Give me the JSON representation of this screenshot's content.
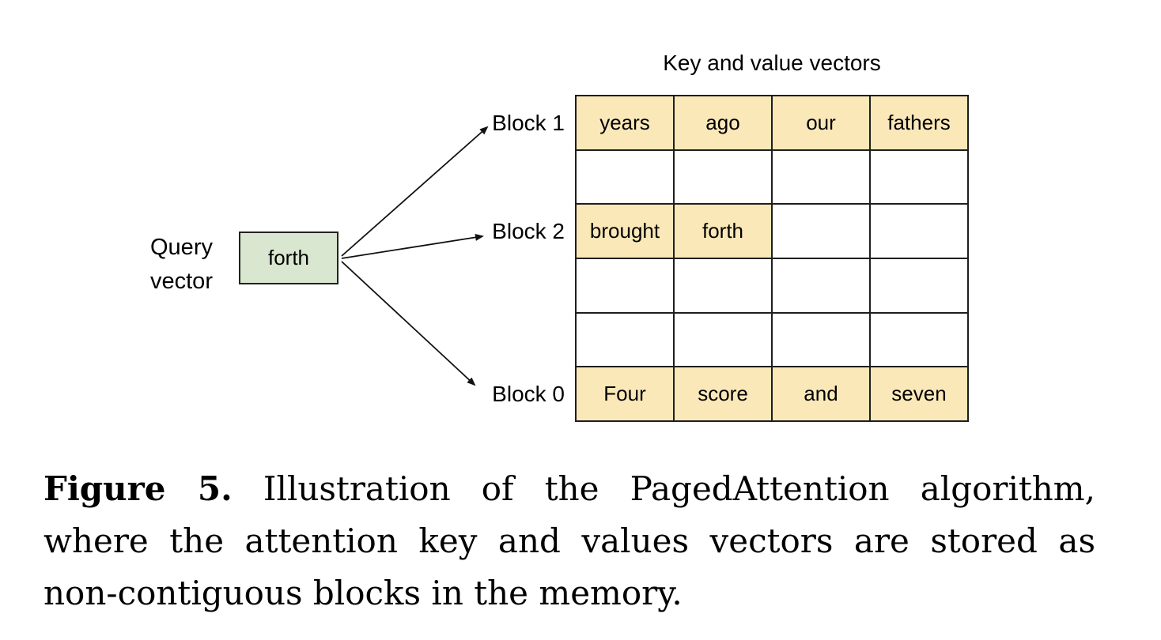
{
  "figure": {
    "title": "Key and value vectors",
    "query_vector": {
      "label_lines": [
        "Query",
        "vector"
      ],
      "value": "forth"
    },
    "kv_table": {
      "columns": 4,
      "rows": [
        {
          "block_label": "Block 1",
          "cells": [
            "years",
            "ago",
            "our",
            "fathers"
          ],
          "filled": [
            true,
            true,
            true,
            true
          ]
        },
        {
          "cells": [
            "",
            "",
            "",
            ""
          ],
          "filled": [
            false,
            false,
            false,
            false
          ]
        },
        {
          "block_label": "Block 2",
          "cells": [
            "brought",
            "forth",
            "",
            ""
          ],
          "filled": [
            true,
            true,
            false,
            false
          ]
        },
        {
          "cells": [
            "",
            "",
            "",
            ""
          ],
          "filled": [
            false,
            false,
            false,
            false
          ]
        },
        {
          "cells": [
            "",
            "",
            "",
            ""
          ],
          "filled": [
            false,
            false,
            false,
            false
          ]
        },
        {
          "block_label": "Block 0",
          "cells": [
            "Four",
            "score",
            "and",
            "seven"
          ],
          "filled": [
            true,
            true,
            true,
            true
          ]
        }
      ]
    },
    "colors": {
      "cell_fill": "#FBE8B8",
      "query_fill": "#D9E7D0",
      "border": "#1E1E1E",
      "text": "#000000"
    }
  },
  "caption": {
    "label": "Figure 5.",
    "line1": "Illustration of the PagedAttention algorithm,",
    "line2": "where the attention key and values vectors are stored as",
    "line3": "non-contiguous blocks in the memory."
  }
}
